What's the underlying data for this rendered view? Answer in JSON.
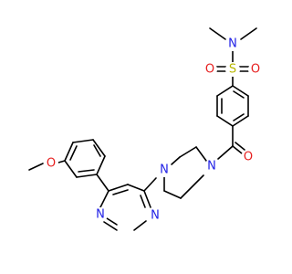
{
  "colors": {
    "bond": "#000000",
    "N": "#1e1ee6",
    "O": "#e61e1e",
    "S": "#b8b800"
  },
  "atoms": {
    "methyl_n_left": "",
    "methyl_n_right": "",
    "sulfonamide_n": "N",
    "sulfonyl_s": "S",
    "sulfonyl_o_left": "O",
    "sulfonyl_o_right": "O",
    "carbonyl_o": "O",
    "piperazine_n_acyl": "N",
    "piperazine_n_aryl": "N",
    "pyrimidine_n_upper": "N",
    "pyrimidine_n_lower": "N",
    "methoxy_o": "O"
  }
}
